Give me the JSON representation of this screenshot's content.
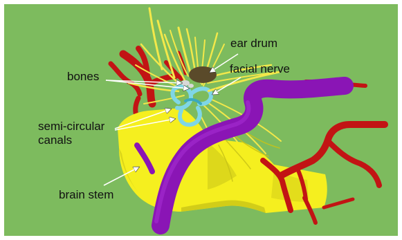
{
  "figure": {
    "labels": {
      "bones": "bones",
      "ear_drum": "ear drum",
      "facial_nerve": "facial nerve",
      "semicircular_line1": "semi-circular",
      "semicircular_line2": "canals",
      "brain_stem": "brain stem"
    },
    "colors": {
      "background": "#7dbb5e",
      "frame": "#ffffff",
      "brain_stem": "#f5ef1f",
      "brain_stem_shadow": "#c9c417",
      "nerve": "#f3e84a",
      "artery": "#c21414",
      "artery_dark": "#8e0e0e",
      "vein": "#8a15b5",
      "vein_light": "#a82fd4",
      "canals": "#7fd6e6",
      "canals_dark": "#3aa9bf",
      "ear_drum": "#5a4a2a",
      "bones": "#d8d8d8",
      "arrow": "#ffffff"
    }
  }
}
